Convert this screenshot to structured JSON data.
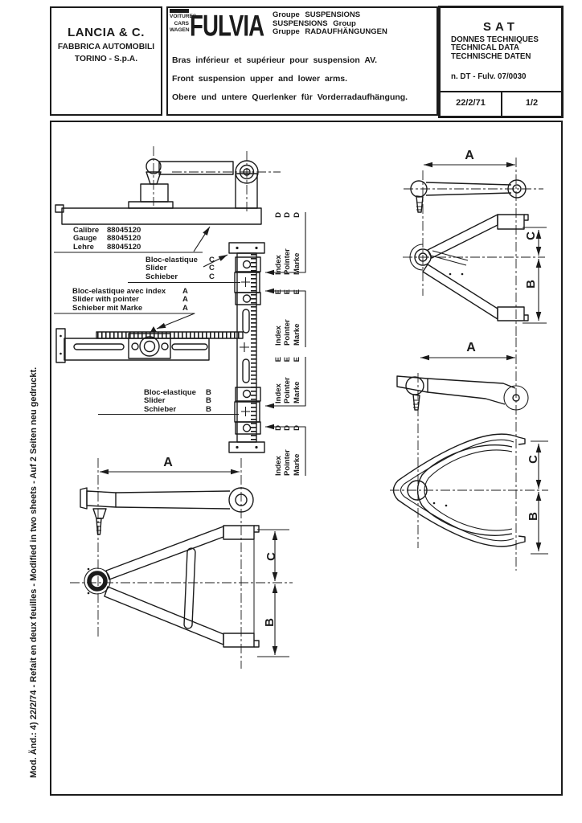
{
  "header": {
    "company": {
      "name": "LANCIA & C.",
      "line2": "FABBRICA AUTOMOBILI",
      "line3": "TORINO - S.p.A."
    },
    "logo": {
      "words": [
        "VOITURES",
        "CARS",
        "WAGEN"
      ],
      "model": "FULVIA"
    },
    "group_lines": [
      "Groupe SUSPENSIONS",
      "SUSPENSIONS Group",
      "Gruppe RADAUFHÄNGUNGEN"
    ],
    "subject_lines": [
      "Bras inférieur et supérieur pour suspension AV.",
      "Front suspension upper and lower arms.",
      "Obere und untere Querlenker für Vorderradaufhängung."
    ],
    "sat": {
      "title": "SAT",
      "subtitle_lines": [
        "DONNES TECHNIQUES",
        "TECHNICAL DATA",
        "TECHNISCHE DATEN"
      ],
      "doc_number": "n. DT - Fulv. 07/0030",
      "date": "22/2/71",
      "sheet": "1/2"
    }
  },
  "revision_note": "Mod. Änd.:  4) 22/2/74 - Refait en deux feuilles - Modified in two sheets - Auf 2 Seiten neu gedruckt.",
  "annotations": {
    "gauge": {
      "rows": [
        {
          "label": "Calibre",
          "value": "88045120"
        },
        {
          "label": "Gauge",
          "value": "88045120"
        },
        {
          "label": "Lehre",
          "value": "88045120"
        }
      ]
    },
    "slider_c": {
      "rows": [
        {
          "label": "Bloc-elastique",
          "value": "C"
        },
        {
          "label": "Slider",
          "value": "C"
        },
        {
          "label": "Schieber",
          "value": "C"
        }
      ]
    },
    "slider_a": {
      "rows": [
        {
          "label": "Bloc-elastique avec index",
          "value": "A"
        },
        {
          "label": "Slider with pointer",
          "value": "A"
        },
        {
          "label": "Schieber mit Marke",
          "value": "A"
        }
      ]
    },
    "slider_b": {
      "rows": [
        {
          "label": "Bloc-elastique",
          "value": "B"
        },
        {
          "label": "Slider",
          "value": "B"
        },
        {
          "label": "Schieber",
          "value": "B"
        }
      ]
    },
    "index_marks": [
      {
        "rows": [
          {
            "label": "Index",
            "value": "D"
          },
          {
            "label": "Pointer",
            "value": "D"
          },
          {
            "label": "Marke",
            "value": "D"
          }
        ]
      },
      {
        "rows": [
          {
            "label": "Index",
            "value": "E"
          },
          {
            "label": "Pointer",
            "value": "E"
          },
          {
            "label": "Marke",
            "value": "E"
          }
        ]
      },
      {
        "rows": [
          {
            "label": "Index",
            "value": "E"
          },
          {
            "label": "Pointer",
            "value": "E"
          },
          {
            "label": "Marke",
            "value": "E"
          }
        ]
      },
      {
        "rows": [
          {
            "label": "Index",
            "value": "D"
          },
          {
            "label": "Pointer",
            "value": "D"
          },
          {
            "label": "Marke",
            "value": "D"
          }
        ]
      }
    ]
  },
  "dimensions": {
    "a": "A",
    "b": "B",
    "c": "C"
  },
  "colors": {
    "ink": "#1b1b1b",
    "paper": "#ffffff"
  }
}
